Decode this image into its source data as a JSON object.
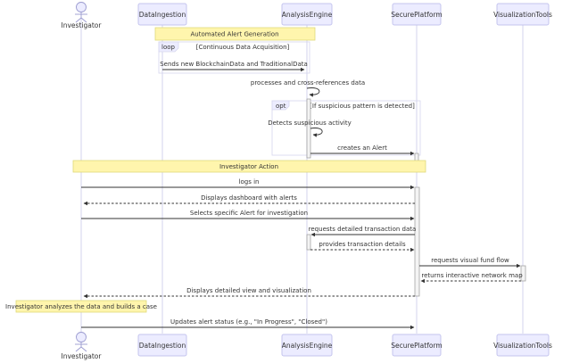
{
  "participants": [
    {
      "id": "investigator",
      "label": "Investigator",
      "kind": "actor"
    },
    {
      "id": "ingestion",
      "label": "DataIngestion",
      "kind": "participant"
    },
    {
      "id": "analysis",
      "label": "AnalysisEngine",
      "kind": "participant"
    },
    {
      "id": "secure",
      "label": "SecurePlatform",
      "kind": "participant"
    },
    {
      "id": "viz",
      "label": "VisualizationTools",
      "kind": "participant"
    }
  ],
  "notes": {
    "automated": "Automated Alert Generation",
    "investigator_action": "Investigator Action",
    "builds_case": "Investigator analyzes the data and builds a case"
  },
  "frames": {
    "loop": {
      "keyword": "loop",
      "condition": "[Continuous Data Acquisition]"
    },
    "opt": {
      "keyword": "opt",
      "condition": "[If suspicious pattern is detected]"
    }
  },
  "messages": {
    "sends_data": "Sends new BlockchainData and TraditionalData",
    "processes": "processes and cross-references data",
    "detects": "Detects suspicious activity",
    "creates_alert": "creates an Alert",
    "logs_in": "logs in",
    "displays_dashboard": "Displays dashboard with alerts",
    "selects_alert": "Selects specific Alert for investigation",
    "requests_tx": "requests detailed transaction data",
    "provides_tx": "provides transaction details",
    "requests_flow": "requests visual fund flow",
    "returns_map": "returns interactive network map",
    "displays_view": "Displays detailed view and visualization",
    "updates_status": "Updates alert status (e.g., \"In Progress\", \"Closed\")"
  }
}
